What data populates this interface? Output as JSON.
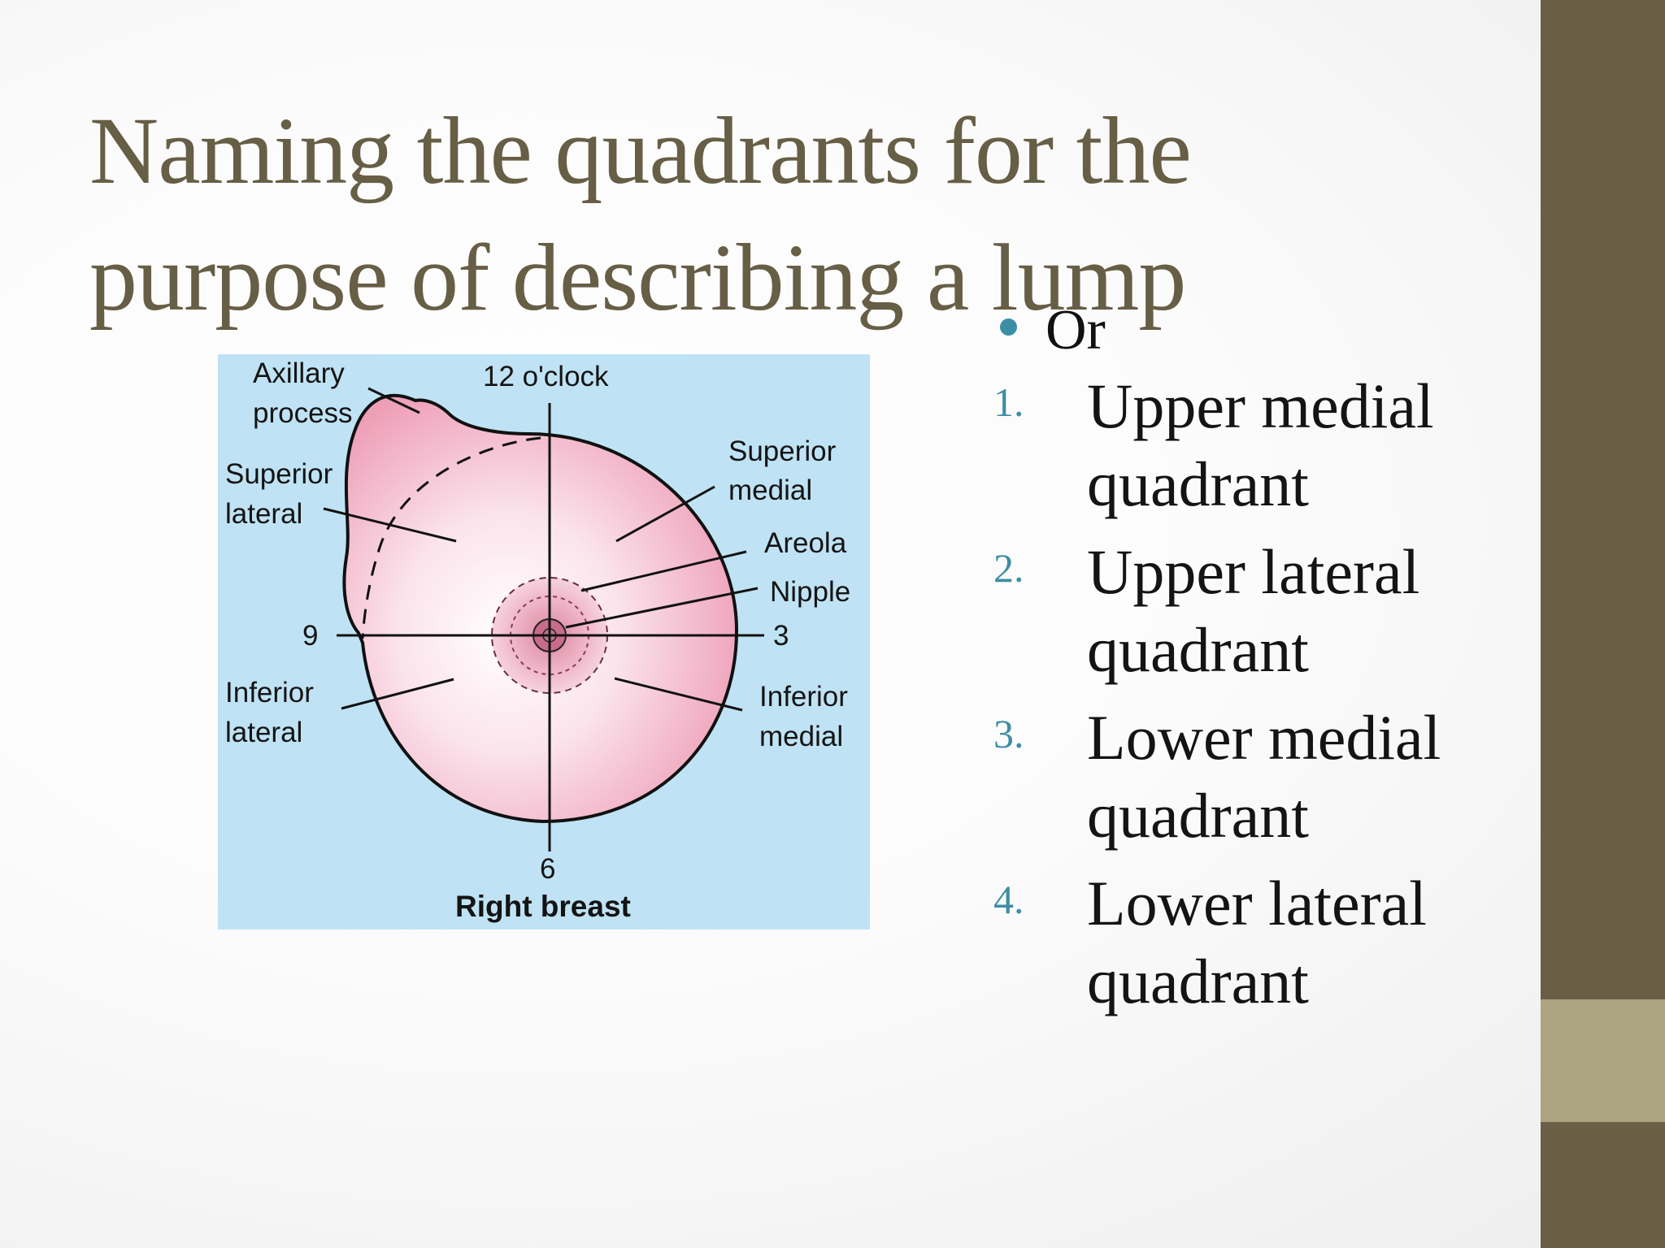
{
  "slide": {
    "title_line1": "Naming the quadrants for the",
    "title_line2": "purpose of describing a lump"
  },
  "figure": {
    "labels": {
      "axillary_1": "Axillary",
      "axillary_2": "process",
      "twelve": "12 o'clock",
      "sup_lat_1": "Superior",
      "sup_lat_2": "lateral",
      "sup_med_1": "Superior",
      "sup_med_2": "medial",
      "areola": "Areola",
      "nipple": "Nipple",
      "nine": "9",
      "three": "3",
      "inf_lat_1": "Inferior",
      "inf_lat_2": "lateral",
      "inf_med_1": "Inferior",
      "inf_med_2": "medial",
      "six": "6",
      "caption": "Right breast"
    },
    "colors": {
      "background": "#bfe3f4",
      "tissue": "#f2b9cb",
      "areola": "#e6a3bb"
    }
  },
  "bullets": {
    "lead": "Or",
    "items": [
      {
        "num": "1.",
        "text": "Upper medial quadrant"
      },
      {
        "num": "2.",
        "text": "Upper lateral quadrant"
      },
      {
        "num": "3.",
        "text": "Lower medial quadrant"
      },
      {
        "num": "4.",
        "text": "Lower lateral quadrant"
      }
    ]
  },
  "colors": {
    "title": "#675e46",
    "sidebar": "#6b5e46",
    "sidebar_accent": "#aba47e",
    "bullet": "#3b8ea5"
  }
}
